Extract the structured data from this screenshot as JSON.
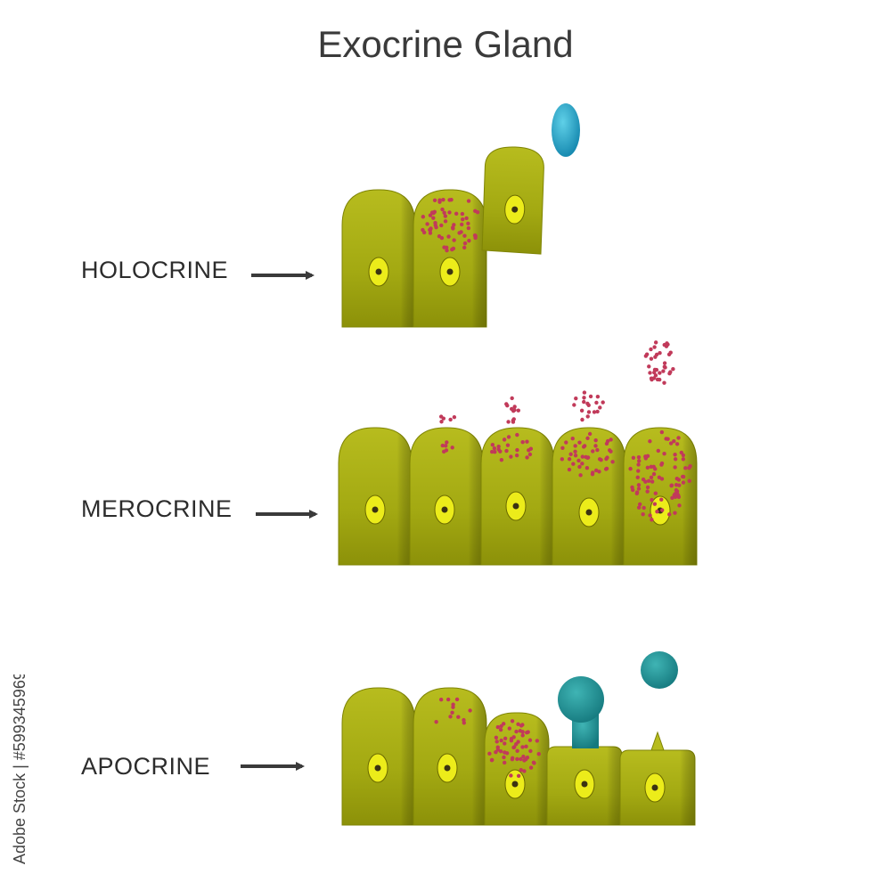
{
  "title": "Exocrine Gland",
  "labels": {
    "holocrine": "HOLOCRINE",
    "merocrine": "MEROCRINE",
    "apocrine": "APOCRINE"
  },
  "watermark": "Adobe Stock | #599345969",
  "colors": {
    "cell_light": "#b7bc1e",
    "cell_mid": "#9aa10c",
    "cell_dark": "#7f8405",
    "nucleus": "#ecec1a",
    "nucleolus": "#3b3312",
    "granule": "#c13a5a",
    "holocrine_secretion": "#1ea1c4",
    "apocrine_secretion": "#1b8f92",
    "arrow": "#3a3a3a"
  }
}
